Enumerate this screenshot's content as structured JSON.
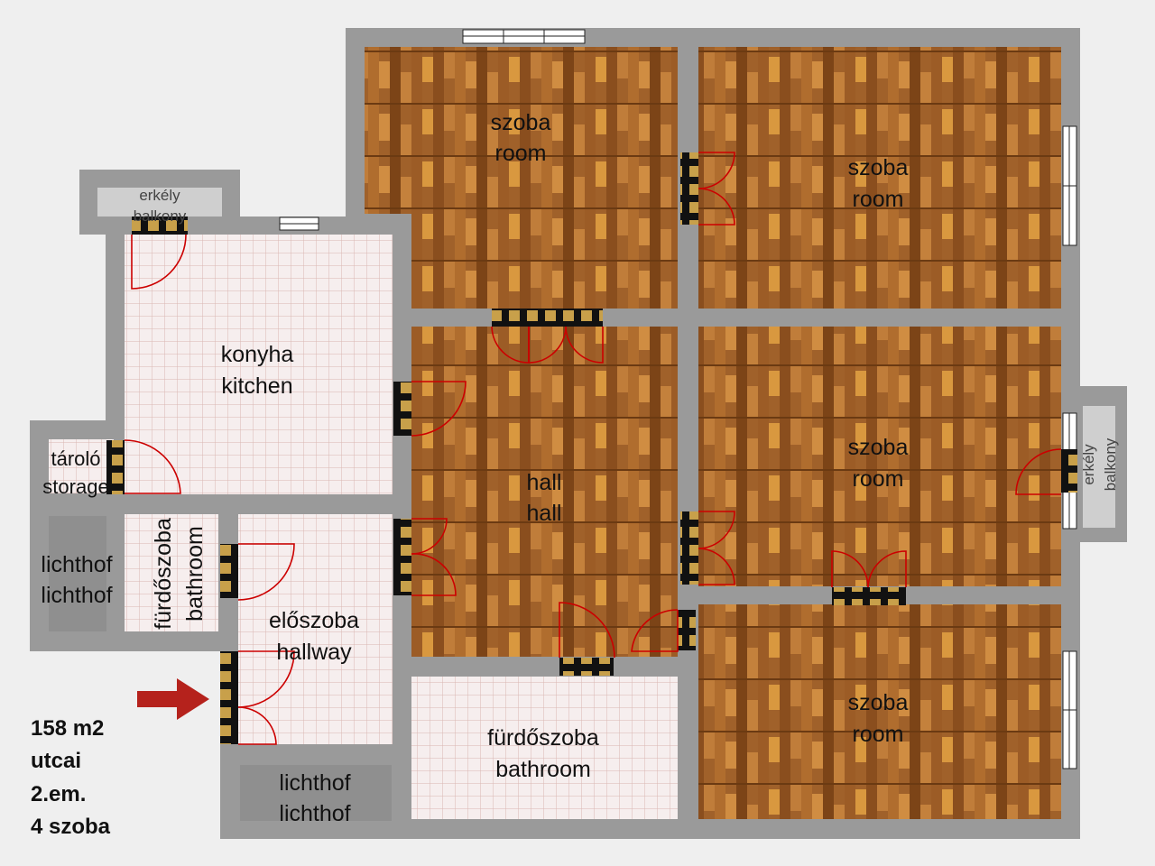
{
  "rooms": {
    "room_1": {
      "hu": "szoba",
      "en": "room"
    },
    "room_2": {
      "hu": "szoba",
      "en": "room"
    },
    "room_3": {
      "hu": "szoba",
      "en": "room"
    },
    "room_4": {
      "hu": "szoba",
      "en": "room"
    },
    "hall": {
      "hu": "hall",
      "en": "hall"
    },
    "kitchen": {
      "hu": "konyha",
      "en": "kitchen"
    },
    "storage": {
      "hu": "tároló",
      "en": "storage"
    },
    "balcony_top": {
      "hu": "erkély",
      "en": "balkony"
    },
    "balcony_right": {
      "hu": "erkély",
      "en": "balkony"
    },
    "lichthof_left": {
      "hu": "lichthof",
      "en": "lichthof"
    },
    "lichthof_bottom": {
      "hu": "lichthof",
      "en": "lichthof"
    },
    "bathroom_small": {
      "hu": "fürdőszoba",
      "en": "bathroom"
    },
    "bathroom_big": {
      "hu": "fürdőszoba",
      "en": "bathroom"
    },
    "hallway": {
      "hu": "előszoba",
      "en": "hallway"
    }
  },
  "info": {
    "area": "158 m2",
    "orientation": "utcai",
    "floor": "2.em.",
    "room_count": "4 szoba"
  },
  "colors": {
    "wall": "#9a9a9a",
    "wood": "#a0612a",
    "tile": "#f6eeee",
    "door": "#cc0000",
    "entrance_arrow": "#b5221c"
  },
  "icons": {
    "entrance_marker": "right-arrow-icon"
  }
}
